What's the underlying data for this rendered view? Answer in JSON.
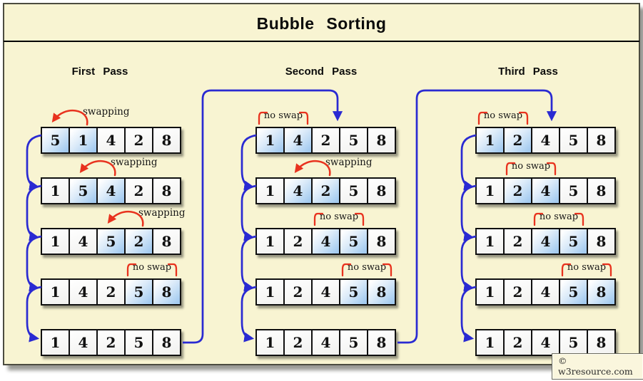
{
  "title": "Bubble  Sorting",
  "watermark": "© w3resource.com",
  "colors": {
    "background": "#f8f4d2",
    "accent_blue": "#2a2ad2",
    "accent_red": "#e8321e",
    "highlight_blue": "#a4cbf0"
  },
  "labels": {
    "swapping": "swapping",
    "no_swap": "no swap"
  },
  "passes": [
    {
      "label": "First  Pass",
      "rows": [
        {
          "cells": [
            "5",
            "1",
            "4",
            "2",
            "8"
          ],
          "action": "swapping",
          "compare": [
            0,
            1
          ]
        },
        {
          "cells": [
            "1",
            "5",
            "4",
            "2",
            "8"
          ],
          "action": "swapping",
          "compare": [
            1,
            2
          ]
        },
        {
          "cells": [
            "1",
            "4",
            "5",
            "2",
            "8"
          ],
          "action": "swapping",
          "compare": [
            2,
            3
          ]
        },
        {
          "cells": [
            "1",
            "4",
            "2",
            "5",
            "8"
          ],
          "action": "no swap",
          "compare": [
            3,
            4
          ]
        },
        {
          "cells": [
            "1",
            "4",
            "2",
            "5",
            "8"
          ],
          "action": "",
          "compare": []
        }
      ]
    },
    {
      "label": "Second  Pass",
      "rows": [
        {
          "cells": [
            "1",
            "4",
            "2",
            "5",
            "8"
          ],
          "action": "no swap",
          "compare": [
            0,
            1
          ]
        },
        {
          "cells": [
            "1",
            "4",
            "2",
            "5",
            "8"
          ],
          "action": "swapping",
          "compare": [
            1,
            2
          ]
        },
        {
          "cells": [
            "1",
            "2",
            "4",
            "5",
            "8"
          ],
          "action": "no swap",
          "compare": [
            2,
            3
          ]
        },
        {
          "cells": [
            "1",
            "2",
            "4",
            "5",
            "8"
          ],
          "action": "no swap",
          "compare": [
            3,
            4
          ]
        },
        {
          "cells": [
            "1",
            "2",
            "4",
            "5",
            "8"
          ],
          "action": "",
          "compare": []
        }
      ]
    },
    {
      "label": "Third  Pass",
      "rows": [
        {
          "cells": [
            "1",
            "2",
            "4",
            "5",
            "8"
          ],
          "action": "no swap",
          "compare": [
            0,
            1
          ]
        },
        {
          "cells": [
            "1",
            "2",
            "4",
            "5",
            "8"
          ],
          "action": "no swap",
          "compare": [
            1,
            2
          ]
        },
        {
          "cells": [
            "1",
            "2",
            "4",
            "5",
            "8"
          ],
          "action": "no swap",
          "compare": [
            2,
            3
          ]
        },
        {
          "cells": [
            "1",
            "2",
            "4",
            "5",
            "8"
          ],
          "action": "no swap",
          "compare": [
            3,
            4
          ]
        },
        {
          "cells": [
            "1",
            "2",
            "4",
            "5",
            "8"
          ],
          "action": "",
          "compare": []
        }
      ]
    }
  ]
}
